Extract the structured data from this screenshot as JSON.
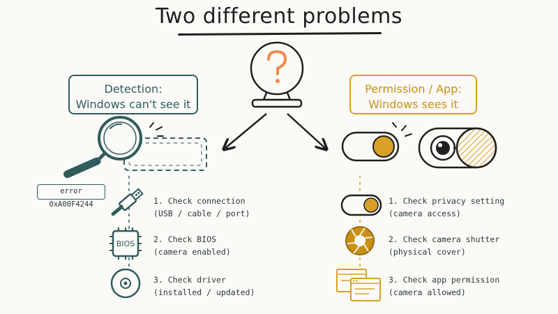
{
  "title": "Two different problems",
  "center_icon": "webcam-question-icon",
  "left": {
    "heading_line1": "Detection:",
    "heading_line2": "Windows can't see it",
    "error_code": "error 0xA00F4244",
    "steps": [
      {
        "icon": "usb-plug-icon",
        "line1": "1. Check connection",
        "line2": "(USB / cable / port)"
      },
      {
        "icon": "bios-chip-icon",
        "chip_label": "BIOS",
        "line1": "2. Check BIOS",
        "line2": "(camera enabled)"
      },
      {
        "icon": "disc-icon",
        "line1": "3. Check driver",
        "line2": "(installed / updated)"
      }
    ]
  },
  "right": {
    "heading_line1": "Permission / App:",
    "heading_line2": "Windows sees it",
    "steps": [
      {
        "icon": "toggle-switch-icon",
        "line1": "1. Check privacy setting",
        "line2": "(camera access)"
      },
      {
        "icon": "camera-shutter-icon",
        "line1": "2. Check camera shutter",
        "line2": "(physical cover)"
      },
      {
        "icon": "app-windows-icon",
        "line1": "3. Check app permission",
        "line2": "(camera allowed)"
      }
    ]
  },
  "colors": {
    "teal": "#2f5c5c",
    "amber": "#d8a024",
    "ink": "#1f1f1f",
    "question": "#f08a4b"
  }
}
